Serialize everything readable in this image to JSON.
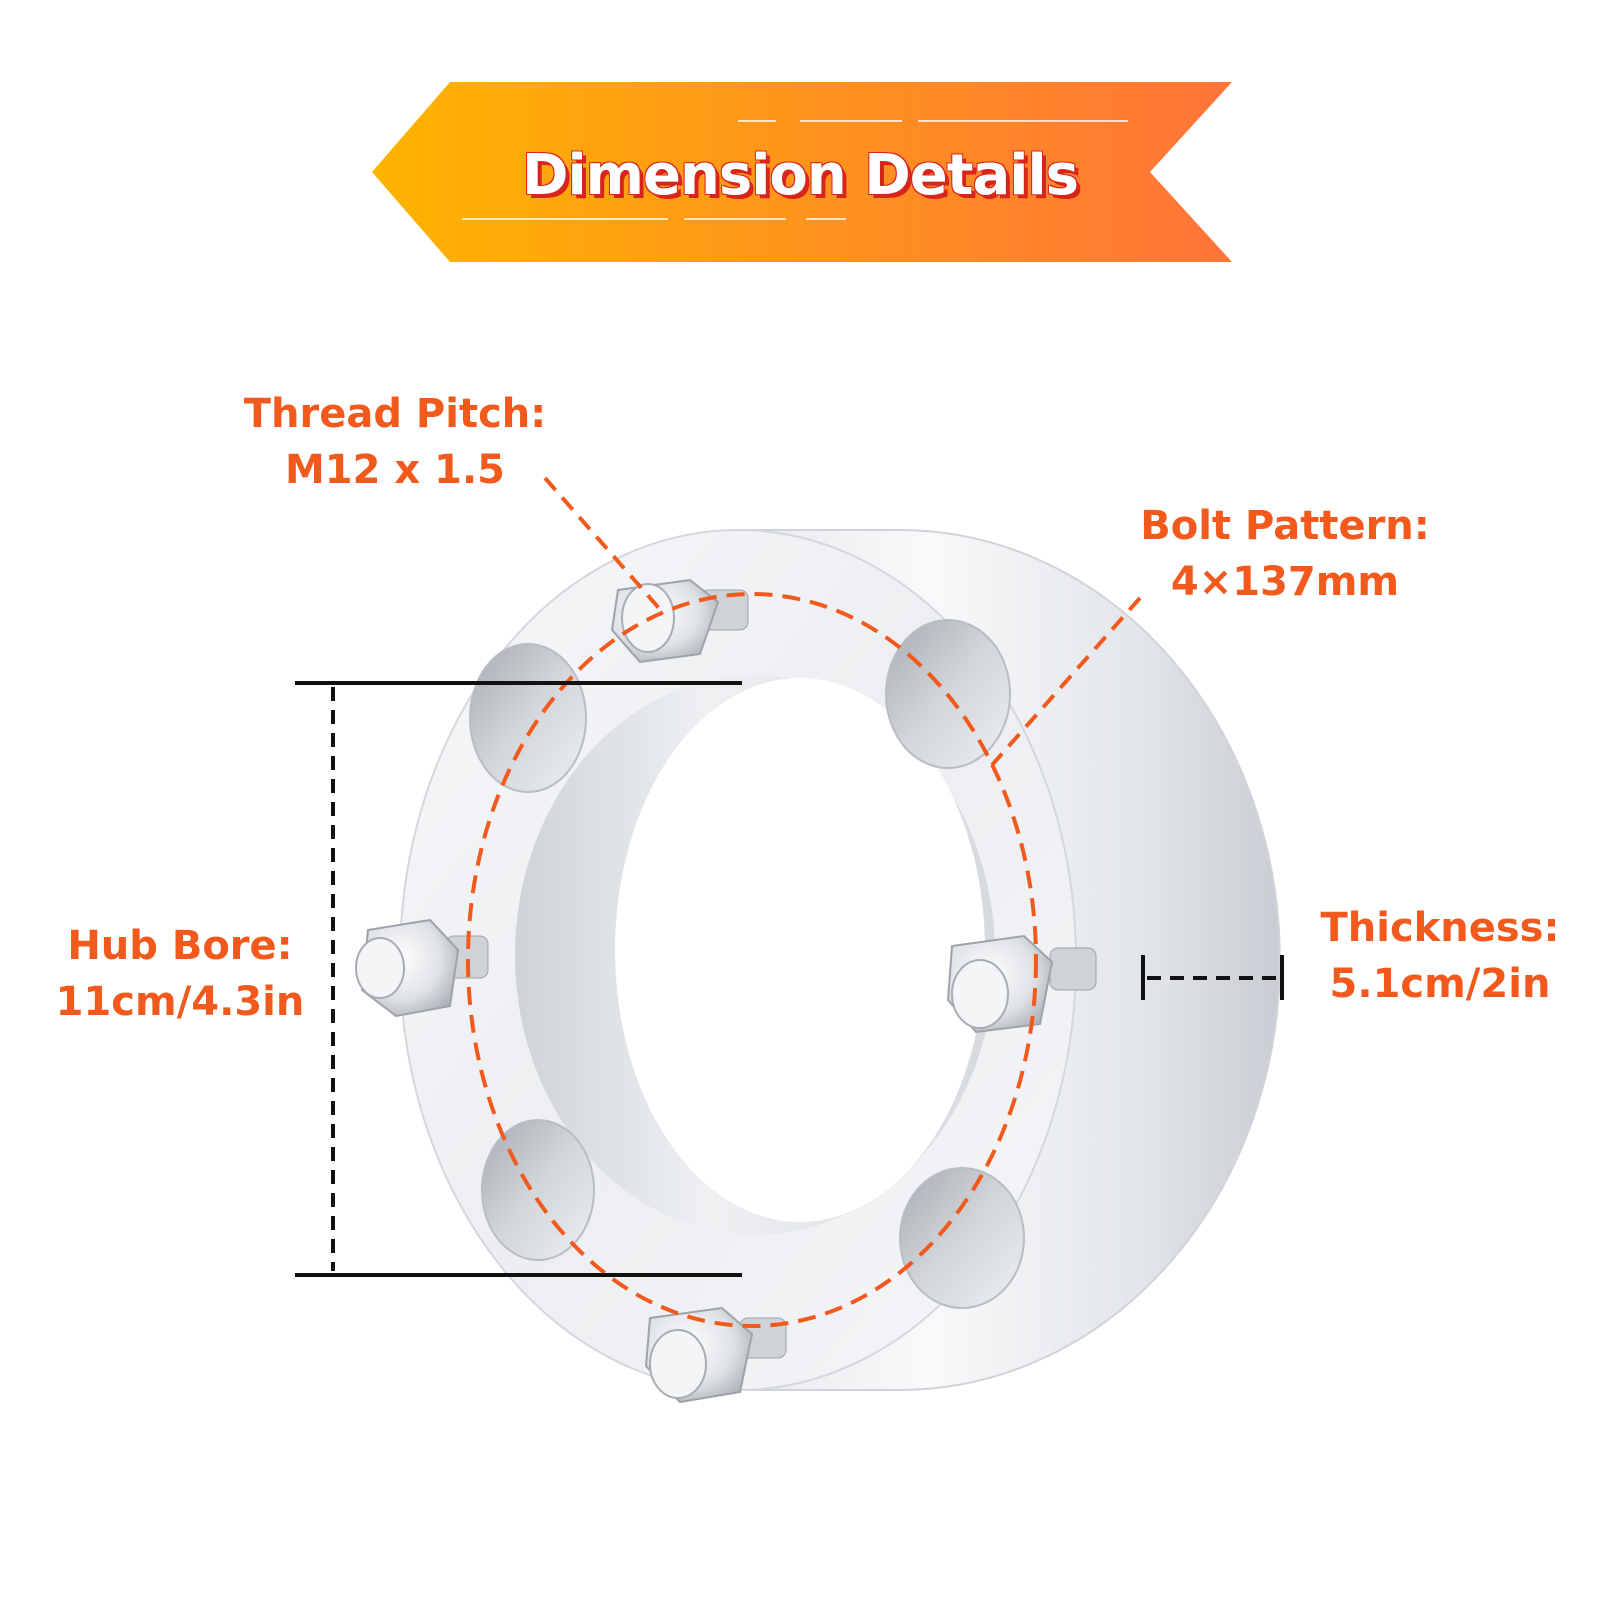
{
  "banner": {
    "title": "Dimension Details",
    "gradient_start": "#ffb400",
    "gradient_end": "#ff7438",
    "title_shadow": "#d9241c"
  },
  "specs": {
    "thread_pitch": {
      "label": "Thread Pitch:",
      "value": "M12 x 1.5"
    },
    "bolt_pattern": {
      "label": "Bolt Pattern:",
      "value": "4×137mm"
    },
    "hub_bore": {
      "label": "Hub Bore:",
      "value": "11cm/4.3in"
    },
    "thickness": {
      "label": "Thickness:",
      "value": "5.1cm/2in"
    }
  },
  "colors": {
    "accent": "#f15a1c",
    "dimension_line": "#111111",
    "metal_light": "#f4f5f7",
    "metal_mid": "#d9dce1",
    "metal_dark": "#9fa4ab"
  },
  "product": {
    "name": "wheel-spacer",
    "stud_count": 4,
    "bolt_hole_count": 4
  }
}
